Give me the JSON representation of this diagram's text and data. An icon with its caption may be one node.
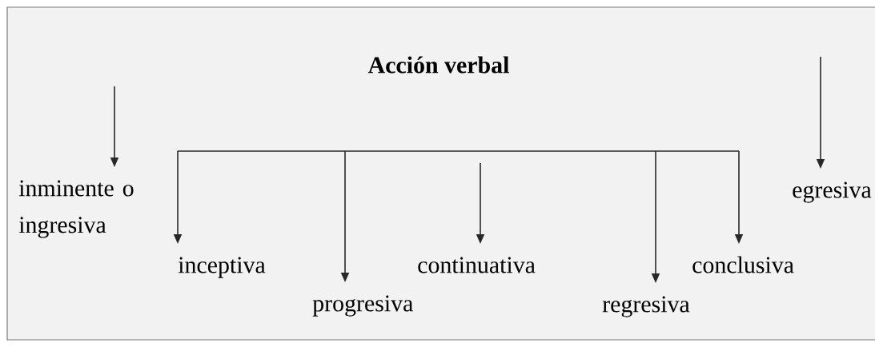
{
  "diagram": {
    "title": "Acción verbal",
    "nodes": [
      {
        "text": [
          "inminente o ingresiva"
        ]
      },
      {
        "text": [
          "inceptiva"
        ]
      },
      {
        "text": [
          "progresiva"
        ]
      },
      {
        "text": [
          "continuativa"
        ]
      },
      {
        "text": [
          "regresiva"
        ]
      },
      {
        "text": [
          "conclusiva"
        ]
      },
      {
        "text": [
          "egresiva"
        ]
      }
    ],
    "edges": [
      {
        "from": null,
        "to": 0,
        "arrow": "to"
      },
      {
        "from": null,
        "to": 1,
        "arrow": "to"
      },
      {
        "from": null,
        "to": 2,
        "arrow": "to"
      },
      {
        "from": null,
        "to": 3,
        "arrow": "to"
      },
      {
        "from": null,
        "to": 4,
        "arrow": "to"
      },
      {
        "from": null,
        "to": 5,
        "arrow": "to"
      },
      {
        "from": null,
        "to": 6,
        "arrow": "to"
      }
    ]
  }
}
